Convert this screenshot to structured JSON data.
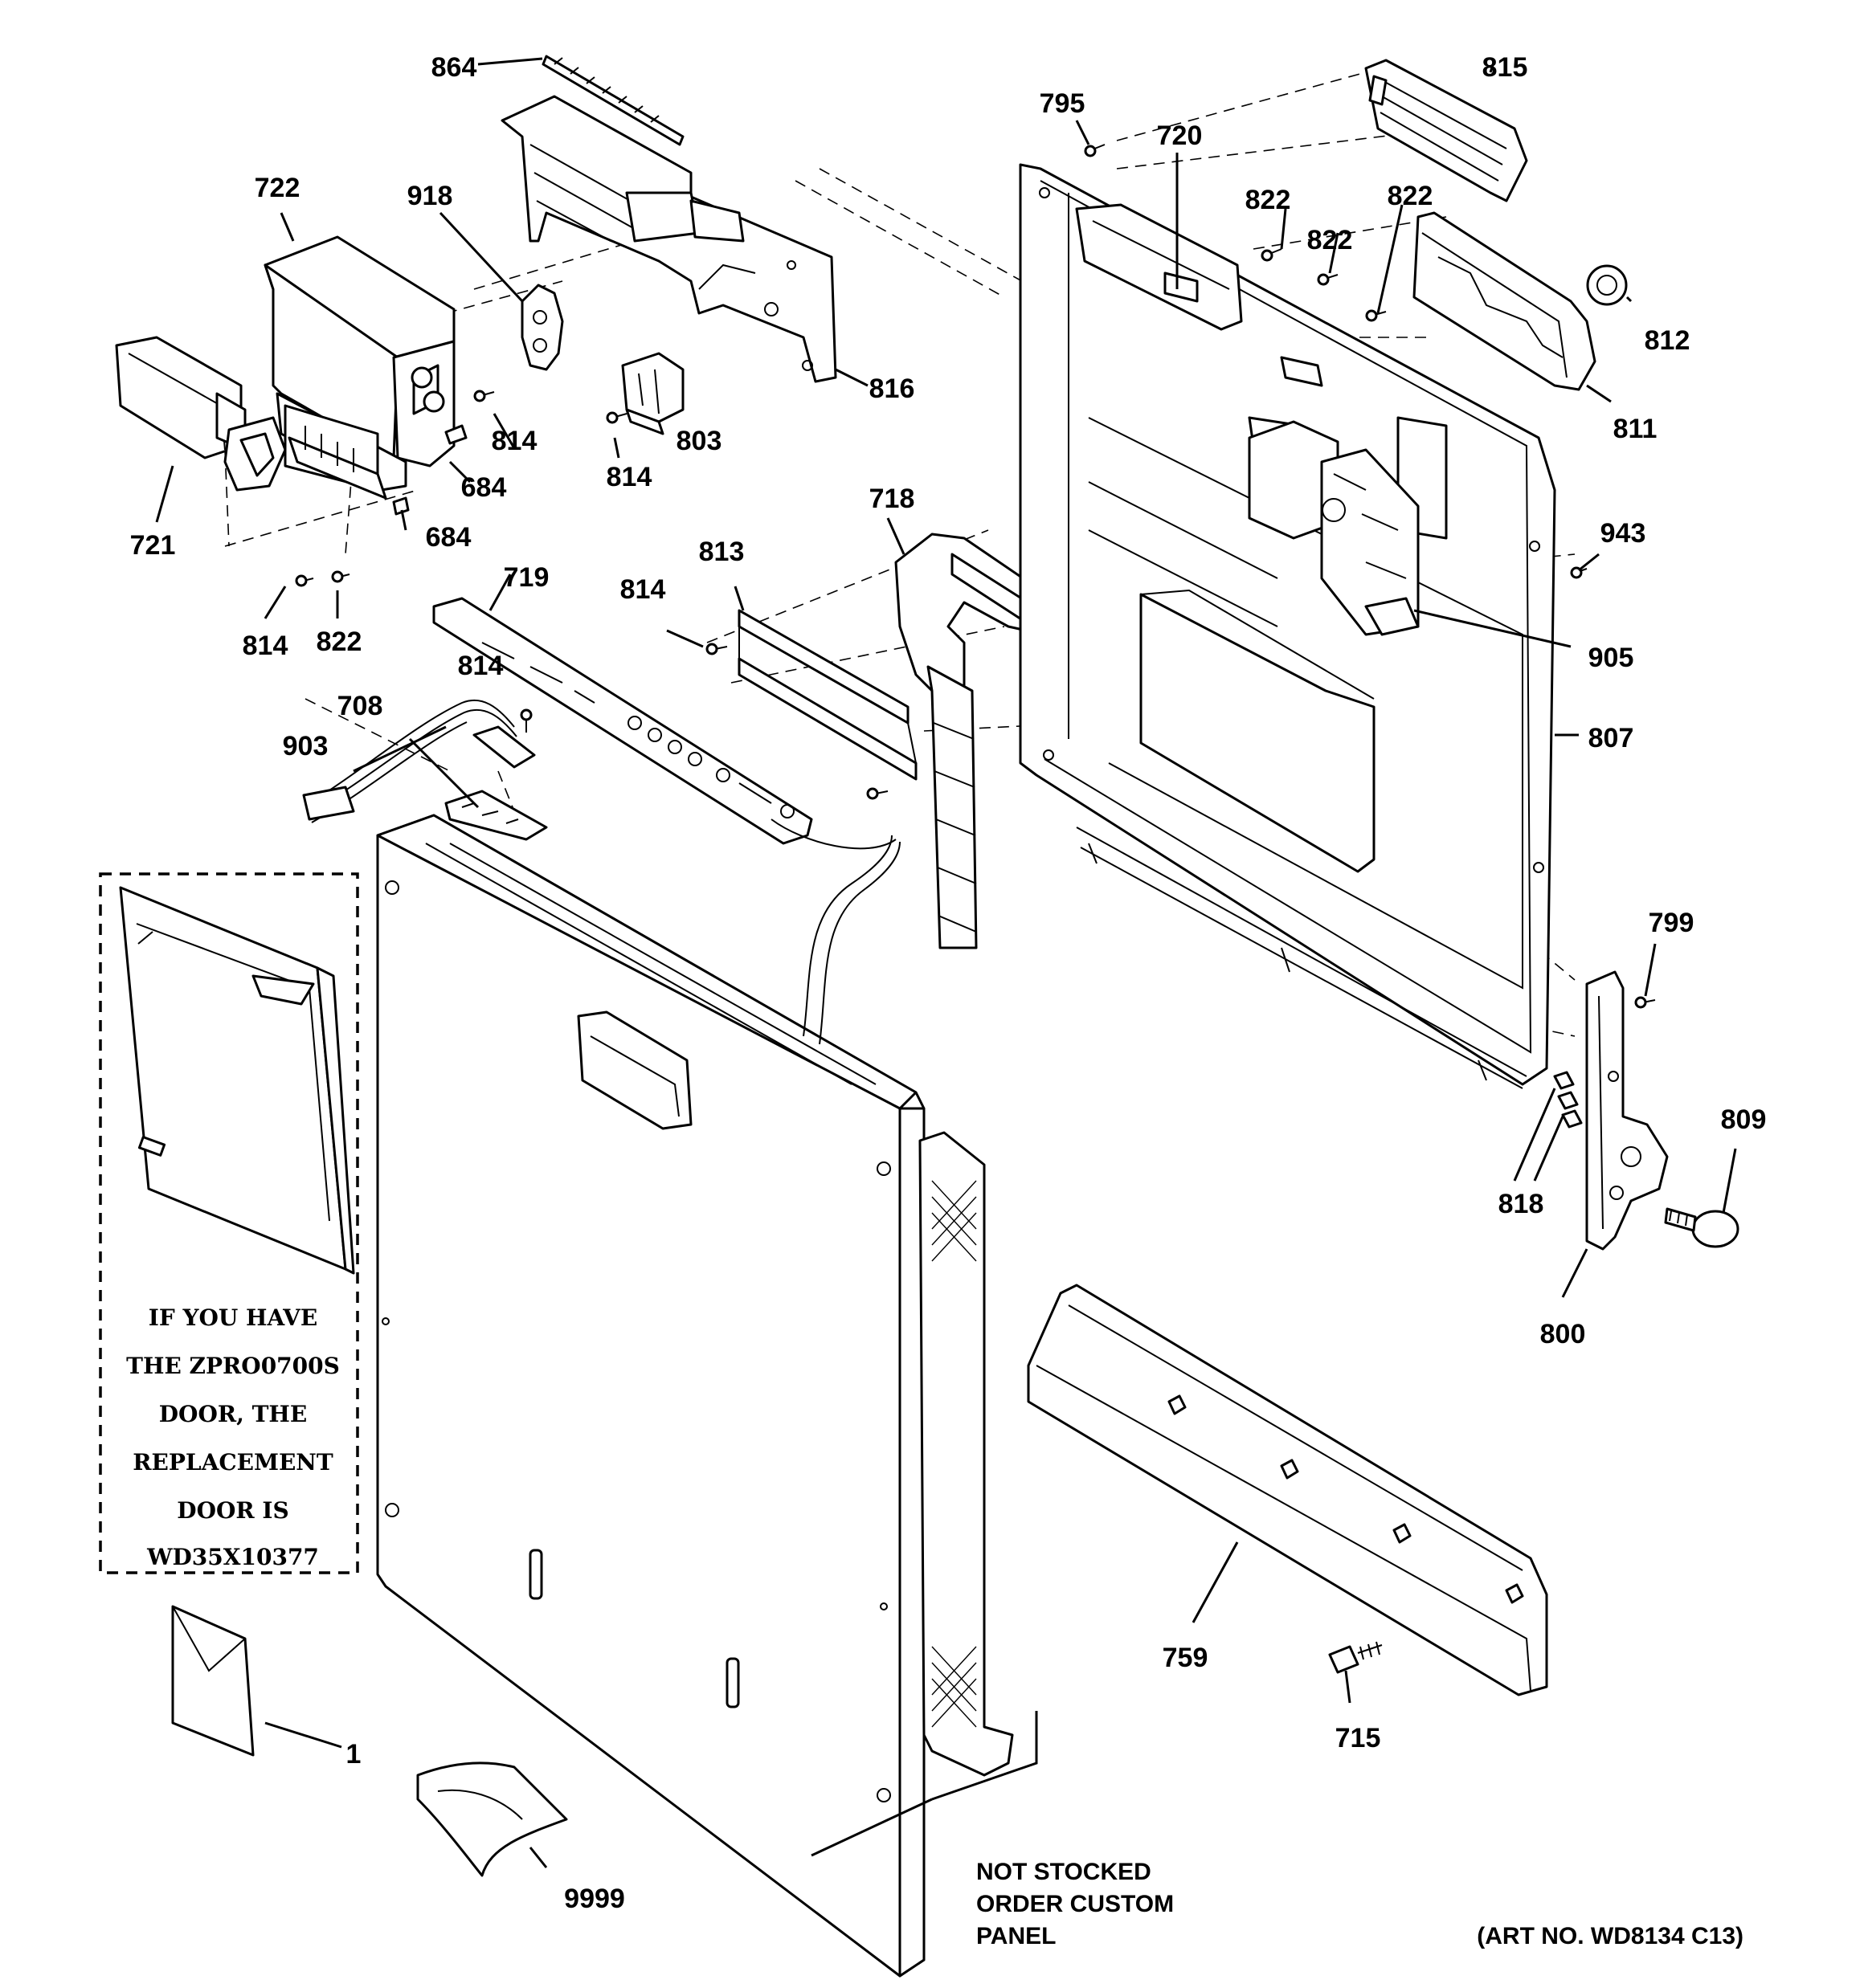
{
  "callouts": [
    {
      "id": "c-864",
      "label": "864"
    },
    {
      "id": "c-722",
      "label": "722"
    },
    {
      "id": "c-918",
      "label": "918"
    },
    {
      "id": "c-816",
      "label": "816"
    },
    {
      "id": "c-814a",
      "label": "814"
    },
    {
      "id": "c-803",
      "label": "803"
    },
    {
      "id": "c-814b",
      "label": "814"
    },
    {
      "id": "c-684a",
      "label": "684"
    },
    {
      "id": "c-684b",
      "label": "684"
    },
    {
      "id": "c-721",
      "label": "721"
    },
    {
      "id": "c-814c",
      "label": "814"
    },
    {
      "id": "c-822a",
      "label": "822"
    },
    {
      "id": "c-719",
      "label": "719"
    },
    {
      "id": "c-814d",
      "label": "814"
    },
    {
      "id": "c-708",
      "label": "708"
    },
    {
      "id": "c-903",
      "label": "903"
    },
    {
      "id": "c-813",
      "label": "813"
    },
    {
      "id": "c-814e",
      "label": "814"
    },
    {
      "id": "c-718",
      "label": "718"
    },
    {
      "id": "c-795",
      "label": "795"
    },
    {
      "id": "c-720",
      "label": "720"
    },
    {
      "id": "c-822b",
      "label": "822"
    },
    {
      "id": "c-822c",
      "label": "822"
    },
    {
      "id": "c-822d",
      "label": "822"
    },
    {
      "id": "c-815",
      "label": "815"
    },
    {
      "id": "c-812",
      "label": "812"
    },
    {
      "id": "c-811",
      "label": "811"
    },
    {
      "id": "c-943",
      "label": "943"
    },
    {
      "id": "c-905",
      "label": "905"
    },
    {
      "id": "c-807",
      "label": "807"
    },
    {
      "id": "c-799",
      "label": "799"
    },
    {
      "id": "c-809",
      "label": "809"
    },
    {
      "id": "c-818",
      "label": "818"
    },
    {
      "id": "c-800",
      "label": "800"
    },
    {
      "id": "c-759",
      "label": "759"
    },
    {
      "id": "c-715",
      "label": "715"
    },
    {
      "id": "c-1",
      "label": "1"
    },
    {
      "id": "c-9999",
      "label": "9999"
    }
  ],
  "replacement_note": [
    "IF YOU HAVE",
    "THE ZPRO0700S",
    "DOOR, THE",
    "REPLACEMENT",
    "DOOR IS",
    "WD35X10377"
  ],
  "panel_note": [
    "NOT STOCKED",
    "ORDER CUSTOM",
    "PANEL"
  ],
  "art_number": "(ART NO. WD8134 C13)"
}
